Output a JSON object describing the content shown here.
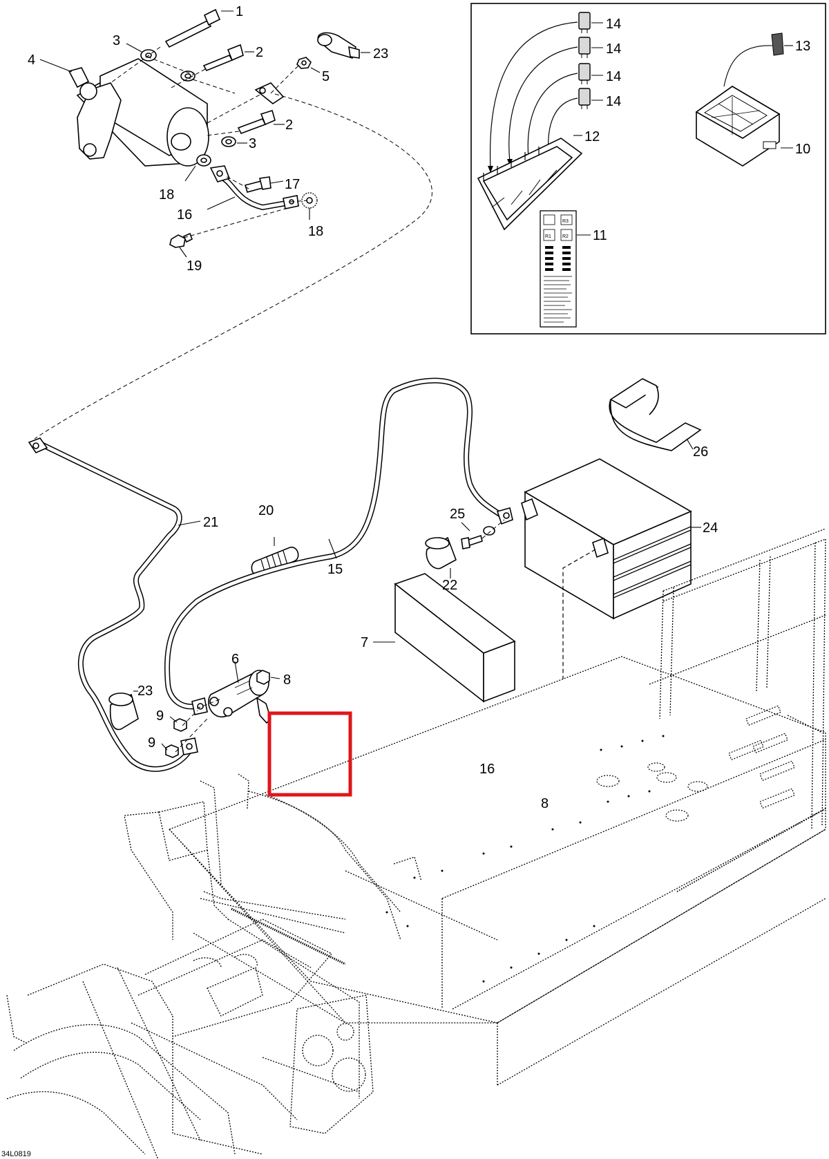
{
  "diagram": {
    "document_id": "34L0819",
    "callouts": {
      "c1": "1",
      "c2a": "2",
      "c2b": "2",
      "c3a": "3",
      "c3b": "3",
      "c4": "4",
      "c5": "5",
      "c6": "6",
      "c7": "7",
      "c8a": "8",
      "c8b": "8",
      "c9a": "9",
      "c9b": "9",
      "c10": "10",
      "c11": "11",
      "c12": "12",
      "c13": "13",
      "c14a": "14",
      "c14b": "14",
      "c14c": "14",
      "c14d": "14",
      "c15": "15",
      "c16a": "16",
      "c16b": "16",
      "c17": "17",
      "c18a": "18",
      "c18b": "18",
      "c19": "19",
      "c20": "20",
      "c21": "21",
      "c22": "22",
      "c23a": "23",
      "c23b": "23",
      "c24": "24",
      "c25": "25",
      "c26": "26"
    },
    "fuse_chart_labels": {
      "r1": "R1",
      "r2": "R2",
      "r3": "R3"
    },
    "highlight_color": "#e0161c"
  }
}
